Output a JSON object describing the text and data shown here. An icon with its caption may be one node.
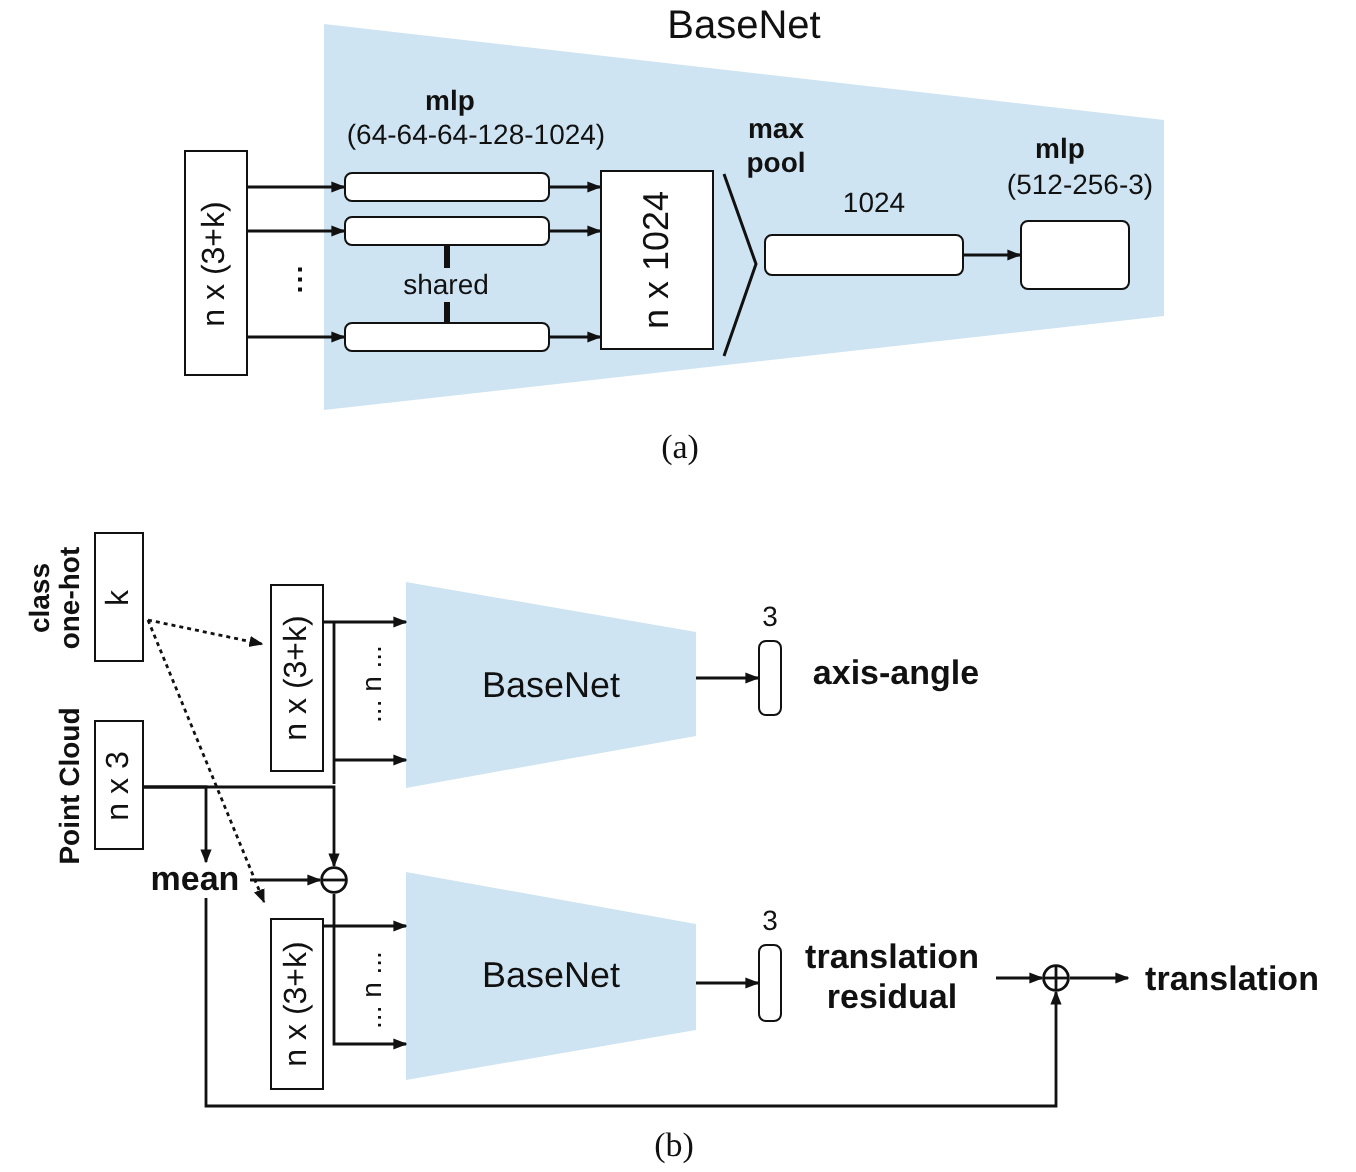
{
  "diagram": {
    "nodes": [
      {
        "text": [
          "BaseNet"
        ]
      },
      {
        "text": [
          "n x (3+k)"
        ]
      },
      {
        "text": [],
        "shape": "bar",
        "in": 0
      },
      {
        "text": [],
        "shape": "bar",
        "in": 0
      },
      {
        "text": [],
        "shape": "bar",
        "in": 0
      },
      {
        "text": [
          "n x 1024"
        ],
        "in": 0
      },
      {
        "text": [],
        "shape": "bar",
        "in": 0,
        "beside": [
          "1024"
        ]
      },
      {
        "text": [],
        "shape": "box",
        "in": 0
      },
      {
        "text": [
          "k"
        ],
        "beside": [
          "class one-hot"
        ]
      },
      {
        "text": [
          "n x 3"
        ],
        "beside": [
          "Point Cloud"
        ]
      },
      {
        "text": [
          "n x (3+k)"
        ]
      },
      {
        "text": [
          "BaseNet"
        ]
      },
      {
        "text": [],
        "shape": "bar",
        "beside": [
          "3",
          "axis-angle"
        ]
      },
      {
        "text": [
          "mean"
        ]
      },
      {
        "text": [],
        "shape": "circle"
      },
      {
        "text": [
          "n x (3+k)"
        ]
      },
      {
        "text": [
          "BaseNet"
        ]
      },
      {
        "text": [],
        "shape": "bar",
        "beside": [
          "3"
        ]
      },
      {
        "text": [
          "translation residual"
        ]
      },
      {
        "text": [],
        "shape": "circle"
      },
      {
        "text": [
          "translation"
        ]
      }
    ],
    "edges": [
      {
        "from": 1,
        "to": 2,
        "arrow": "to"
      },
      {
        "from": 1,
        "to": 3,
        "arrow": "to"
      },
      {
        "from": 1,
        "to": 4,
        "arrow": "to"
      },
      {
        "from": 2,
        "to": 5,
        "arrow": "to"
      },
      {
        "from": 3,
        "to": 5,
        "arrow": "to"
      },
      {
        "from": 4,
        "to": 5,
        "arrow": "to"
      },
      {
        "from": 3,
        "to": 4,
        "arrow": "none",
        "style": "thick"
      },
      {
        "from": 6,
        "to": 7,
        "arrow": "to"
      },
      {
        "from": 8,
        "to": 10,
        "arrow": "to",
        "style": "dashed"
      },
      {
        "from": 8,
        "to": 15,
        "arrow": "to",
        "style": "dashed"
      },
      {
        "from": 9,
        "to": 14,
        "arrow": "to"
      },
      {
        "from": 9,
        "to": 13,
        "arrow": "to"
      },
      {
        "from": 13,
        "to": 14,
        "arrow": "to"
      },
      {
        "from": 10,
        "to": 11,
        "arrow": "to"
      },
      {
        "from": 14,
        "to": 16,
        "arrow": "to"
      },
      {
        "from": 15,
        "to": 16,
        "arrow": "to"
      },
      {
        "from": 11,
        "to": 12,
        "arrow": "to"
      },
      {
        "from": 16,
        "to": 17,
        "arrow": "to"
      },
      {
        "from": 13,
        "to": 19,
        "arrow": "to"
      },
      {
        "from": 18,
        "to": 19,
        "arrow": "to"
      },
      {
        "from": 19,
        "to": 20,
        "arrow": "to"
      }
    ],
    "labels": [
      "mlp",
      "(64-64-64-128-1024)",
      "⋮",
      "shared",
      "max pool",
      "mlp",
      "(512-256-3)",
      "(a)",
      "... n ...",
      "... n ...",
      "(b)"
    ]
  }
}
